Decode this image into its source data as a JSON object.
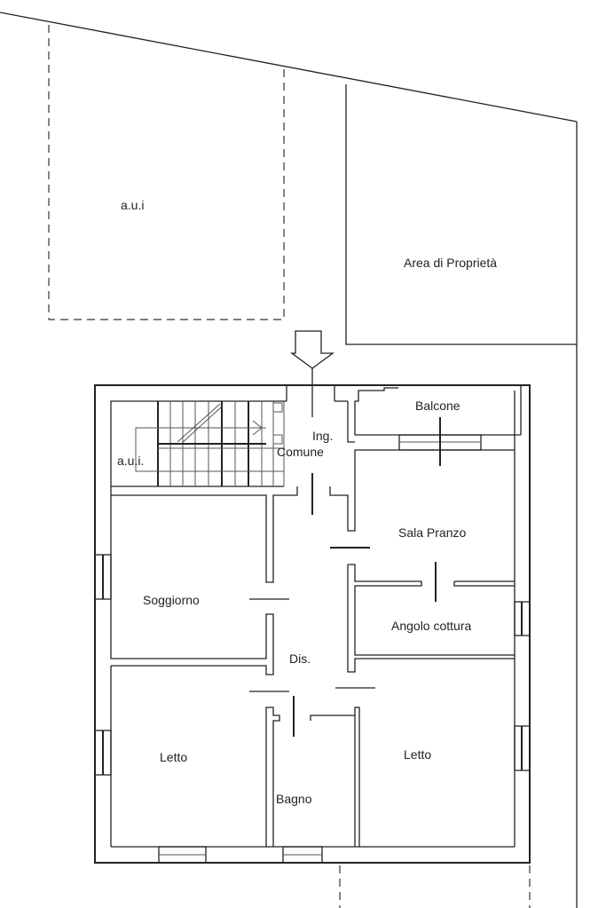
{
  "plan": {
    "labels": {
      "aui_top": "a.u.i",
      "area_proprieta": "Area di Proprietà",
      "balcone": "Balcone",
      "ingresso": "Ing.",
      "comune": "Comune",
      "aui_stairs": "a.u.i.",
      "sala_pranzo": "Sala Pranzo",
      "soggiorno": "Soggiorno",
      "angolo_cottura": "Angolo cottura",
      "disimpegno": "Dis.",
      "letto_left": "Letto",
      "letto_right": "Letto",
      "bagno": "Bagno"
    },
    "icons": {
      "entrance": "down-arrow-icon"
    }
  }
}
